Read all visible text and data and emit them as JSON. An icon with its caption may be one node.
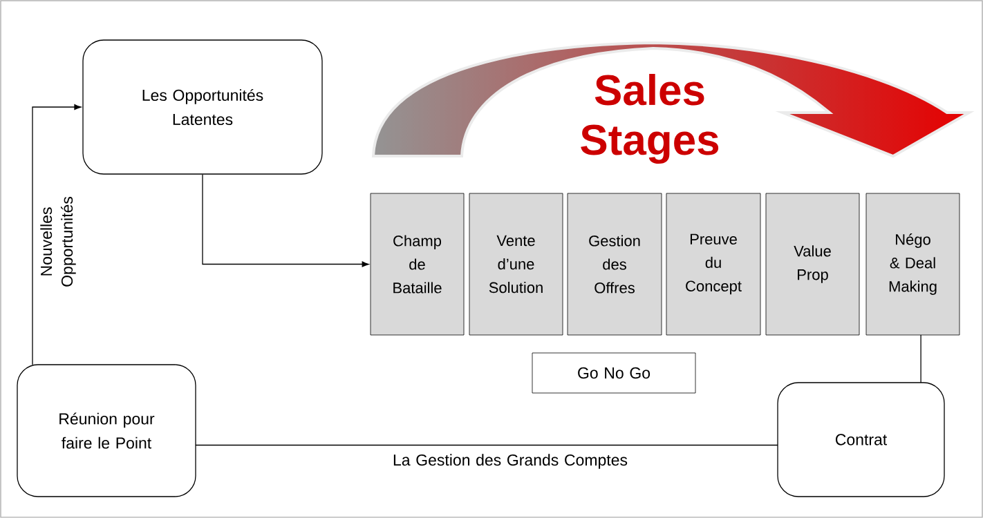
{
  "diagram": {
    "title": "Sales Stages",
    "nodes": [
      {
        "text": [
          "Les Opportunités Latentes"
        ]
      },
      {
        "text": [
          "Champ de Bataille"
        ]
      },
      {
        "text": [
          "Vente d’une Solution"
        ]
      },
      {
        "text": [
          "Gestion des Offres"
        ]
      },
      {
        "text": [
          "Preuve du Concept"
        ]
      },
      {
        "text": [
          "Value Prop"
        ]
      },
      {
        "text": [
          "Négo & Deal Making"
        ]
      },
      {
        "text": [
          "Go No Go"
        ]
      },
      {
        "text": [
          "Réunion pour faire le Point"
        ]
      },
      {
        "text": [
          "Contrat"
        ]
      }
    ],
    "edges": [
      {
        "from": 8,
        "to": 0,
        "arrow": "to",
        "label": "Nouvelles Opportunités"
      },
      {
        "from": 0,
        "to": 1,
        "arrow": "to"
      },
      {
        "from": 6,
        "to": 9,
        "arrow": "none"
      },
      {
        "from": 8,
        "to": 9,
        "arrow": "none",
        "label": "La Gestion des Grands Comptes"
      }
    ]
  }
}
